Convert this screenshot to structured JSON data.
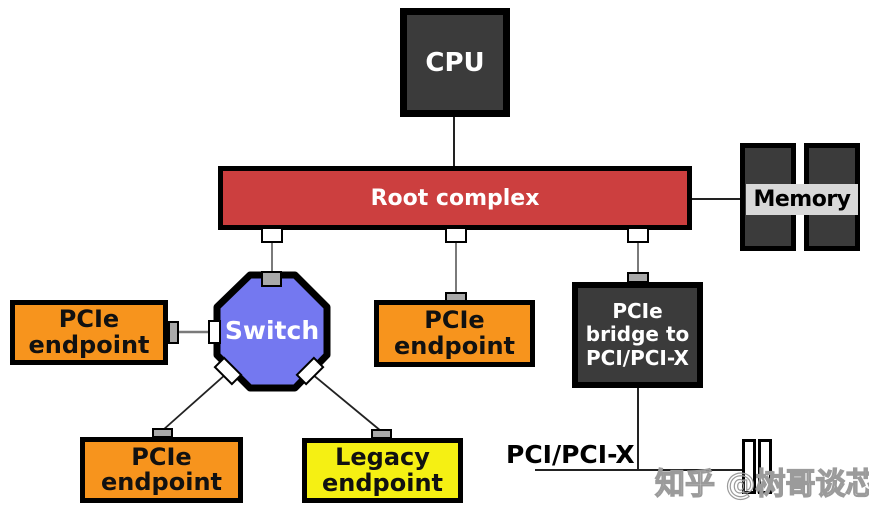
{
  "colors": {
    "background": "#ffffff",
    "dark_box": "#3b3b3b",
    "root_red": "#cc3f3f",
    "endpoint_orange": "#f7941d",
    "legacy_yellow": "#f5f013",
    "switch_blue": "#7478f0",
    "memory_band": "#d8d8d8",
    "port_gray": "#a9a9a9",
    "port_white": "#ffffff",
    "line_dark": "#222222",
    "line_gray": "#7a7a7a",
    "watermark_gray": "#9b9b9b"
  },
  "nodes": {
    "cpu": {
      "label": "CPU"
    },
    "root_complex": {
      "label": "Root complex"
    },
    "memory": {
      "label": "Memory"
    },
    "switch": {
      "label": "Switch"
    },
    "pcie_endpoint_left": {
      "label": "PCIe\nendpoint"
    },
    "pcie_endpoint_middle": {
      "label": "PCIe\nendpoint"
    },
    "pcie_endpoint_bottom": {
      "label": "PCIe\nendpoint"
    },
    "legacy_endpoint": {
      "label": "Legacy\nendpoint"
    },
    "pcie_bridge": {
      "label": "PCIe\nbridge to\nPCI/PCI-X"
    }
  },
  "bus": {
    "label": "PCI/PCI-X"
  },
  "watermark": {
    "text": "知乎 @树哥谈芯"
  }
}
